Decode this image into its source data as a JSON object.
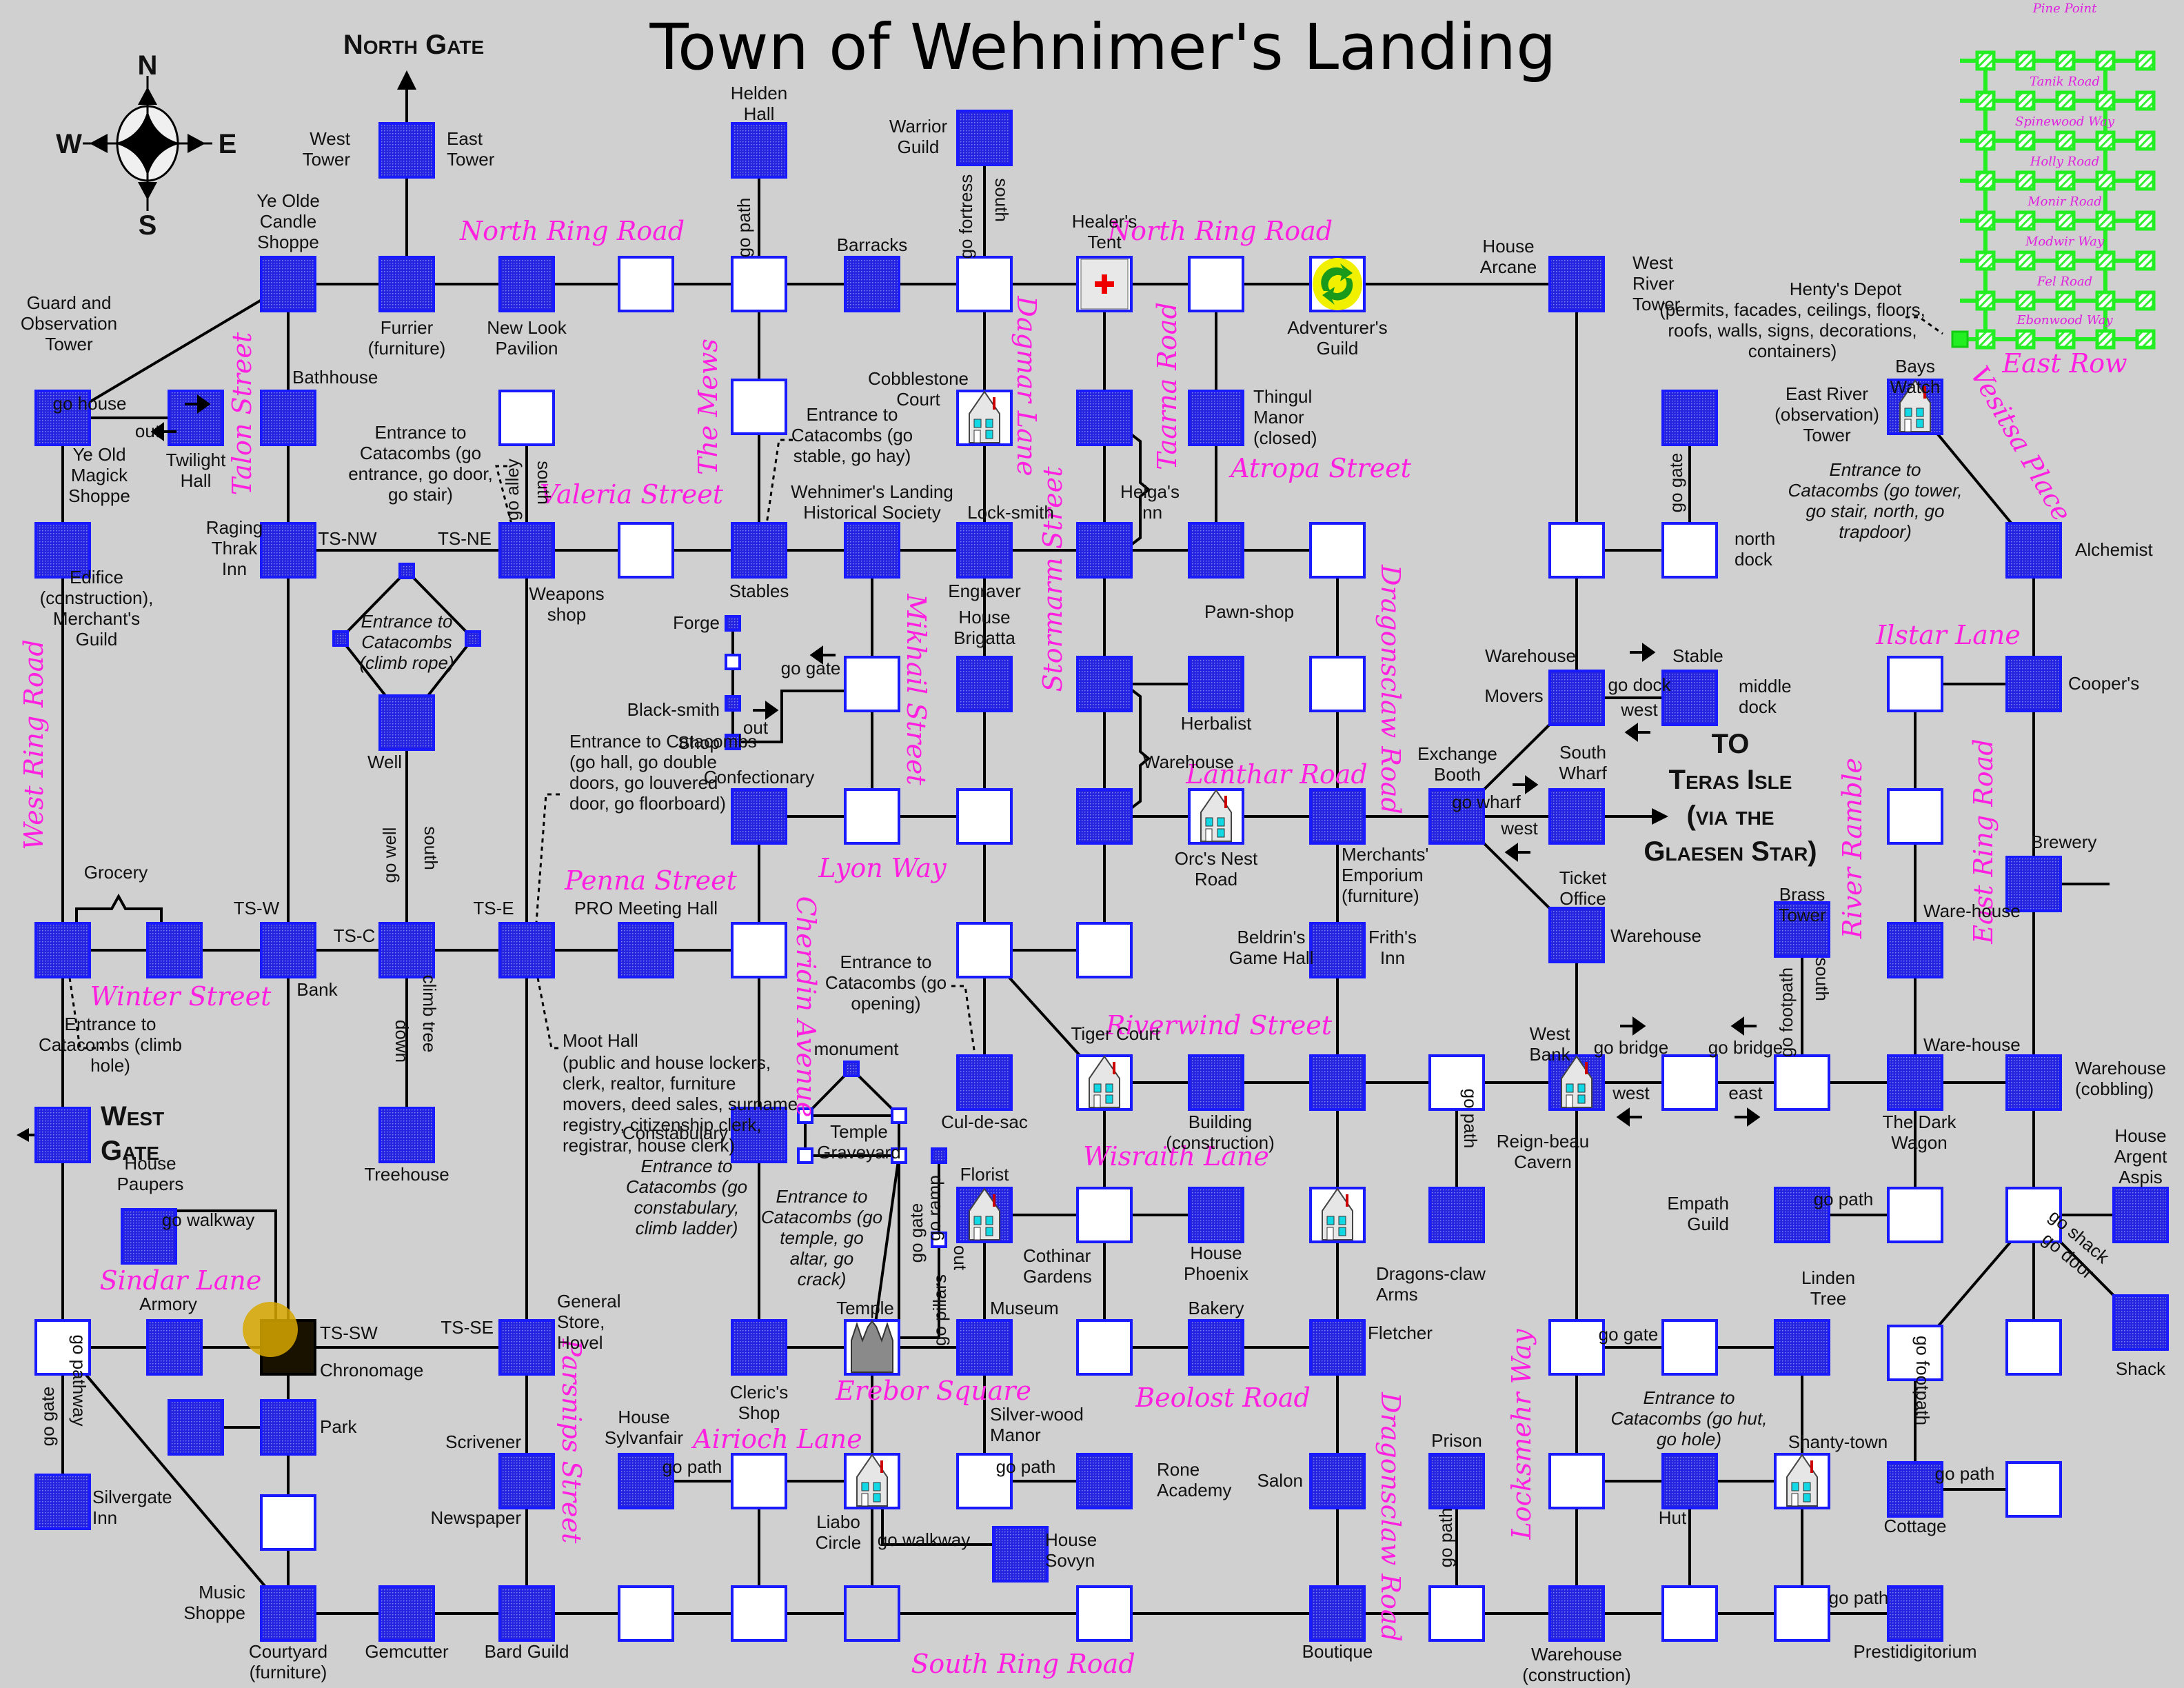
{
  "title": "Town of Wehnimer's Landing",
  "compass": {
    "n": "N",
    "s": "S",
    "e": "E",
    "w": "W"
  },
  "gates": {
    "north": "North Gate",
    "west": [
      "West",
      "Gate"
    ],
    "teras": [
      "TO",
      "Teras Isle",
      "(via the",
      "Glaesen Star)"
    ]
  },
  "colors": {
    "background": "#d0d0d0",
    "node_blue": "#2a2ae6",
    "node_border": "#1a1aff",
    "street_label": "#ff1fe0",
    "east_row_green": "#22ee22",
    "edge": "#000000"
  },
  "streets": {
    "north_ring_road_w": "North Ring Road",
    "north_ring_road_e": "North Ring Road",
    "talon": "Talon Street",
    "the_mews": "The Mews",
    "valeria": "Valeria Street",
    "dagmar": "Dagmar Lane",
    "taarna": "Taarna Road",
    "stormarm": "Stormarm Street",
    "atropa": "Atropa Street",
    "dragonsclaw_n": "Dragonsclaw Road",
    "mikhail": "Mikhail Street",
    "lanthar": "Lanthar Road",
    "west_ring": "West Ring Road",
    "penna": "Penna Street",
    "lyon": "Lyon Way",
    "cheridin": "Cheridin Avenue",
    "winter": "Winter Street",
    "riverwind": "Riverwind Street",
    "wisraith": "Wisraith Lane",
    "sindar": "Sindar Lane",
    "parsnips": "Parsnips Street",
    "airioch": "Airioch Lane",
    "erebor": "Erebor Square",
    "beolost": "Beolost Road",
    "dragonsclaw_s": "Dragonsclaw Road",
    "locksmehr": "Locksmehr Way",
    "south_ring": "South Ring Road",
    "vesitsa": "Vesitsa Place",
    "ilstar": "Ilstar Lane",
    "river_ramble": "River Ramble",
    "east_ring": "East Ring Road",
    "east_row": "East Row",
    "pine_point": "Pine Point",
    "tanik": "Tanik Road",
    "spinewood": "Spinewood Way",
    "holly": "Holly Road",
    "monir": "Monir Road",
    "modwir": "Modwir Way",
    "fel": "Fel Road",
    "ebonwood": "Ebonwood Way"
  },
  "places": {
    "west_east_tower": [
      "West Tower",
      "East Tower"
    ],
    "helden_hall": "Helden Hall",
    "warrior_guild": "Warrior Guild",
    "ye_olde_candle": "Ye Olde Candle Shoppe",
    "furrier": "Furrier (furniture)",
    "new_look": "New Look Pavilion",
    "barracks": "Barracks",
    "healers_tent": "Healer's Tent",
    "adventurers_guild": "Adventurer's Guild",
    "house_arcane": "House Arcane",
    "west_river_tower": "West River Tower",
    "guard_tower": "Guard and Observation Tower",
    "bathhouse": "Bathhouse",
    "ye_old_magick": "Ye Old Magick Shoppe",
    "twilight_hall": "Twilight Hall",
    "cobblestone": "Cobblestone Court",
    "thingul": "Thingul Manor (closed)",
    "hentys_depot": "Henty's Depot",
    "hentys_depot_note": "(permits, facades, ceilings, floors, roofs, walls, signs, decorations, containers)",
    "bays_watch": "Bays Watch",
    "east_river_tower": "East River (observation) Tower",
    "raging_thrak": "Raging Thrak Inn",
    "ts_nw": "TS-NW",
    "ts_ne": "TS-NE",
    "stables": "Stables",
    "historical": "Wehnimer's Landing Historical Society",
    "locksmith": "Lock-smith",
    "helgas_inn": "Helga's Inn",
    "engraver": "Engraver",
    "north_dock": "north dock",
    "alchemist": "Alchemist",
    "edifice": "Edifice (construction), Merchant's Guild",
    "weapons_shop": "Weapons shop",
    "pawnshop": "Pawn-shop",
    "forge": "Forge",
    "blacksmith": "Black-smith",
    "shop": "Shop",
    "house_brigatta": "House Brigatta",
    "herbalist": "Herbalist",
    "warehouse_helga": "Warehouse",
    "warehouse_movers": "Warehouse",
    "movers": "Movers",
    "stable_east": "Stable",
    "middle_dock": "middle dock",
    "coopers": "Cooper's",
    "well": "Well",
    "confectionary": "Confectionary",
    "orcs_nest": "Orc's Nest Road",
    "merchants_emporium": "Merchants' Emporium (furniture)",
    "exchange_booth": "Exchange Booth",
    "south_wharf": "South Wharf",
    "ticket_office": "Ticket Office",
    "brewery": "Brewery",
    "grocery": "Grocery",
    "ts_w": "TS-W",
    "ts_c": "TS-C",
    "ts_e": "TS-E",
    "pro_meeting_hall": "PRO Meeting Hall",
    "bank": "Bank",
    "beldrins": "Beldrin's Game Hall",
    "friths": "Frith's Inn",
    "warehouse_exchange": "Warehouse",
    "brass_tower": "Brass Tower",
    "warehouse_rr1": "Ware-house",
    "moot_hall": "Moot Hall",
    "moot_hall_note": "(public and house lockers, clerk, realtor, furniture movers, deed sales, surname registry, citizenship clerk, registrar, house clerk)",
    "tiger_court": "Tiger Court",
    "cul_de_sac": "Cul-de-sac",
    "building_construction": "Building (construction)",
    "west_bank": "West Bank",
    "reignbeau": "Reign-beau Cavern",
    "warehouse_rr2": "Ware-house",
    "warehouse_cobbling": "Warehouse (cobbling)",
    "the_dark_wagon": "The Dark Wagon",
    "monument": "monument",
    "temple_graveyard": "Temple Graveyard",
    "constabulary": "Constabulary",
    "treehouse": "Treehouse",
    "house_paupers": "House Paupers",
    "florist": "Florist",
    "cothinar": "Cothinar Gardens",
    "house_phoenix": "House Phoenix",
    "dragonsclaw_arms": "Dragons-claw Arms",
    "empath_guild": "Empath Guild",
    "house_argent_aspis": "House Argent Aspis",
    "shack": "Shack",
    "armory": "Armory",
    "ts_sw": "TS-SW",
    "chronomage": "Chronomage",
    "ts_se": "TS-SE",
    "general_store": "General Store, Hovel",
    "temple": "Temple",
    "museum": "Museum",
    "bakery": "Bakery",
    "fletcher": "Fletcher",
    "linden_tree": "Linden Tree",
    "clerics_shop": "Cleric's Shop",
    "silverwood": "Silver-wood Manor",
    "park": "Park",
    "silvergate_inn": "Silvergate Inn",
    "scrivener": "Scrivener",
    "newspaper": "Newspaper",
    "house_sylvanfair": "House Sylvanfair",
    "liabo_circle": "Liabo Circle",
    "rone_academy": "Rone Academy",
    "salon": "Salon",
    "prison": "Prison",
    "hut": "Hut",
    "shantytown": "Shanty-town",
    "cottage": "Cottage",
    "house_sovyn": "House Sovyn",
    "music_shoppe": "Music Shoppe",
    "courtyard": "Courtyard (furniture)",
    "gemcutter": "Gemcutter",
    "bard_guild": "Bard Guild",
    "boutique": "Boutique",
    "warehouse_construction": "Warehouse (construction)",
    "prestidigitorium": "Prestidigitorium"
  },
  "catacombs": {
    "valeria": "Entrance to Catacombs (go entrance, go door, go stair)",
    "stables": "Entrance to Catacombs (go stable, go hay)",
    "well": "Entrance to Catacombs (climb rope)",
    "moot": "Entrance to Catacombs (go hall, go double doors, go louvered door, go floorboard)",
    "winter": "Entrance to Catacombs (climb hole)",
    "culdesac": "Entrance to Catacombs (go opening)",
    "constabulary": "Entrance to Catacombs (go constabulary, climb ladder)",
    "temple": "Entrance to Catacombs (go temple, go altar, go crack)",
    "hut": "Entrance to Catacombs (go hut, go hole)",
    "bays": "Entrance to Catacombs (go tower, go stair, north, go trapdoor)"
  },
  "directions": {
    "go_house": "go house",
    "out": "out",
    "go_path": "go path",
    "go_fortress": "go fortress",
    "south": "south",
    "go_alley": "go alley",
    "go_gate": "go gate",
    "go_dock": "go dock",
    "west": "west",
    "east": "east",
    "go_wharf": "go wharf",
    "go_well": "go well",
    "down": "down",
    "climb_tree": "climb tree",
    "go_bridge": "go bridge",
    "go_footpath": "go footpath",
    "go_walkway": "go walkway",
    "go_pathway": "go pathway",
    "go_ramp": "go ramp",
    "go_pillars": "go pillars",
    "go_shack": "go shack",
    "go_door": "go door"
  }
}
